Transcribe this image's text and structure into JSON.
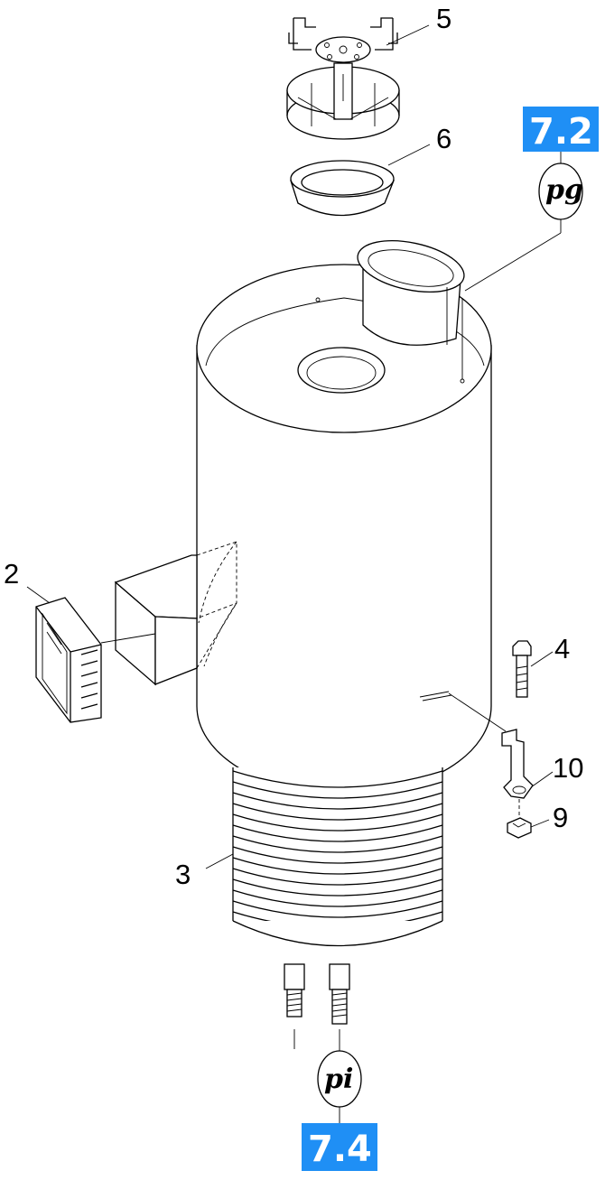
{
  "callouts": {
    "c5": "5",
    "c6": "6",
    "c2": "2",
    "c4": "4",
    "c10": "10",
    "c9": "9",
    "c3": "3"
  },
  "references": {
    "top_tag": "7.2",
    "top_oval": "pg",
    "bottom_tag": "7.4",
    "bottom_oval": "pi"
  },
  "colors": {
    "tag_fill": "#1f8ff5",
    "tag_text": "#ffffff",
    "line": "#000000"
  }
}
